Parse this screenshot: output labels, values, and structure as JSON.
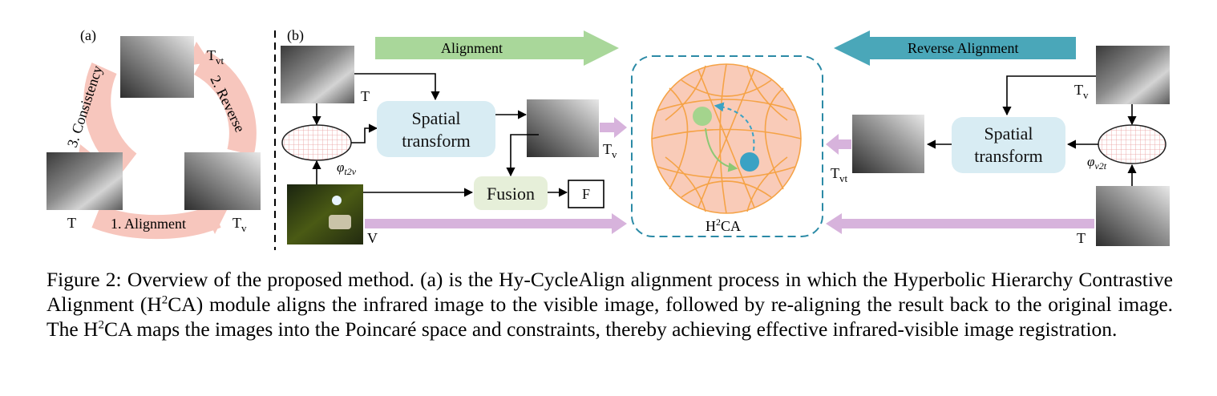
{
  "panel_a": {
    "tag": "(a)",
    "img_top_label": "T",
    "img_top_sub": "vt",
    "img_right_label": "T",
    "img_right_sub": "v",
    "img_left_label": "T",
    "arc_consistency": "3. Consistency",
    "arc_reverse": "2. Reverse",
    "arc_alignment": "1. Alignment"
  },
  "panel_b": {
    "tag": "(b)",
    "alignment_arrow": "Alignment",
    "reverse_arrow": "Reverse Alignment",
    "img_T": "T",
    "phi_left": "φ",
    "phi_left_sub": "t2v",
    "spatial_left_line1": "Spatial",
    "spatial_left_line2": "transform",
    "img_Tv": "T",
    "img_Tv_sub": "v",
    "fusion": "Fusion",
    "F": "F",
    "img_V": "V",
    "h2ca": "H",
    "h2ca_sup": "2",
    "h2ca_rest": "CA",
    "right_Tv": "T",
    "right_Tv_sub": "v",
    "right_Tvt": "T",
    "right_Tvt_sub": "vt",
    "spatial_right_line1": "Spatial",
    "spatial_right_line2": "transform",
    "phi_right": "φ",
    "phi_right_sub": "v2t",
    "right_T": "T"
  },
  "colors": {
    "alignment_green": "#a9d79a",
    "reverse_teal": "#4aa7b9",
    "spatial_box": "#d8ecf3",
    "fusion_box": "#e6efd9",
    "purple_arrow": "#d7b3dc",
    "pink_arc": "#f7c6bd",
    "h2ca_disk": "#f9cbb8",
    "h2ca_lines": "#f5a347",
    "green_node": "#a4d48d",
    "teal_node": "#3aa2c4"
  },
  "caption": {
    "part1": "Figure 2: Overview of the proposed method. (a) is the Hy-CycleAlign alignment process in which the Hyperbolic Hierarchy Contrastive Alignment (H",
    "sup1": "2",
    "part2": "CA) module aligns the infrared image to the visible image, followed by re-aligning the result back to the original image. The H",
    "sup2": "2",
    "part3": "CA maps the images into the Poincaré space and constraints, thereby achieving effective infrared-visible image registration."
  }
}
